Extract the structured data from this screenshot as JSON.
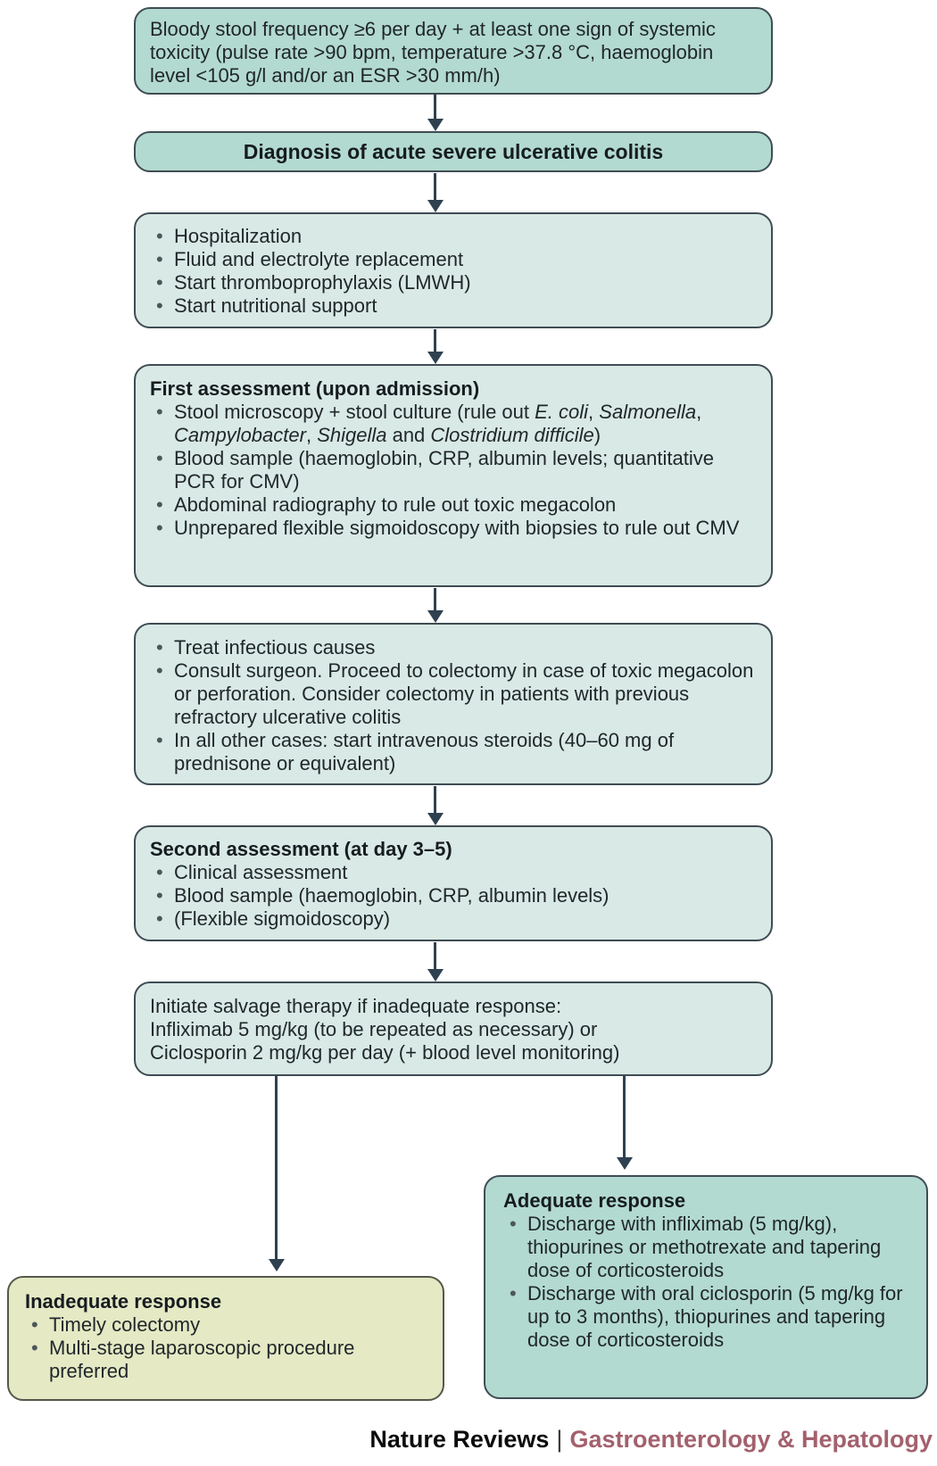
{
  "flow": {
    "criteria_box": {
      "text": "Bloody stool frequency ≥6 per day + at least one sign of systemic toxicity (pulse rate >90 bpm, temperature >37.8 °C, haemoglobin level <105 g/l and/or an ESR >30 mm/h)"
    },
    "diagnosis_box": {
      "title": "Diagnosis of acute severe ulcerative colitis"
    },
    "initial_management_box": {
      "items": [
        "Hospitalization",
        "Fluid and electrolyte replacement",
        "Start thromboprophylaxis (LMWH)",
        "Start nutritional support"
      ]
    },
    "first_assessment_box": {
      "title": "First assessment (upon admission)",
      "item1": {
        "s1": "Stool microscopy + stool culture (rule out ",
        "s2": "E. coli",
        "s3": ", ",
        "s4": "Salmonella",
        "s5": ", ",
        "s6": "Campylobacter",
        "s7": ", ",
        "s8": "Shigella",
        "s9": " and ",
        "s10": "Clostridium difficile",
        "s11": ")"
      },
      "item2": "Blood sample (haemoglobin, CRP, albumin levels; quantitative PCR for CMV)",
      "item3": "Abdominal radiography to rule out toxic megacolon",
      "item4": "Unprepared flexible sigmoidoscopy with biopsies to rule out CMV"
    },
    "management_box": {
      "items": [
        "Treat infectious causes",
        "Consult surgeon. Proceed to colectomy in case of toxic megacolon or perforation. Consider colectomy in patients with previous refractory ulcerative colitis",
        "In all other cases: start intravenous steroids (40–60 mg of prednisone or equivalent)"
      ]
    },
    "second_assessment_box": {
      "title": "Second assessment (at day 3–5)",
      "items": [
        "Clinical assessment",
        "Blood sample (haemoglobin, CRP, albumin levels)",
        "(Flexible sigmoidoscopy)"
      ]
    },
    "salvage_box": {
      "lines": [
        "Initiate salvage therapy if inadequate response:",
        "Infliximab 5 mg/kg (to be repeated as necessary) or",
        "Ciclosporin 2 mg/kg per day (+ blood level monitoring)"
      ]
    },
    "inadequate_box": {
      "title": "Inadequate response",
      "items": [
        "Timely colectomy",
        "Multi-stage laparoscopic procedure preferred"
      ]
    },
    "adequate_box": {
      "title": "Adequate response",
      "items": [
        "Discharge with infliximab (5 mg/kg), thiopurines or methotrexate and tapering dose of corticosteroids",
        "Discharge with oral ciclosporin (5 mg/kg for up to 3 months), thiopurines and tapering dose of corticosteroids"
      ]
    }
  },
  "footer": {
    "brand": "Nature Reviews",
    "separator": "|",
    "journal": "Gastroenterology & Hepatology"
  },
  "colors": {
    "teal_dark": "#b3dad0",
    "teal_light": "#d9e9e5",
    "yellow_green": "#e5e9c4",
    "box_border": "#3f4c54",
    "arrow": "#2f4150",
    "journal_brand": "#a3616d"
  }
}
